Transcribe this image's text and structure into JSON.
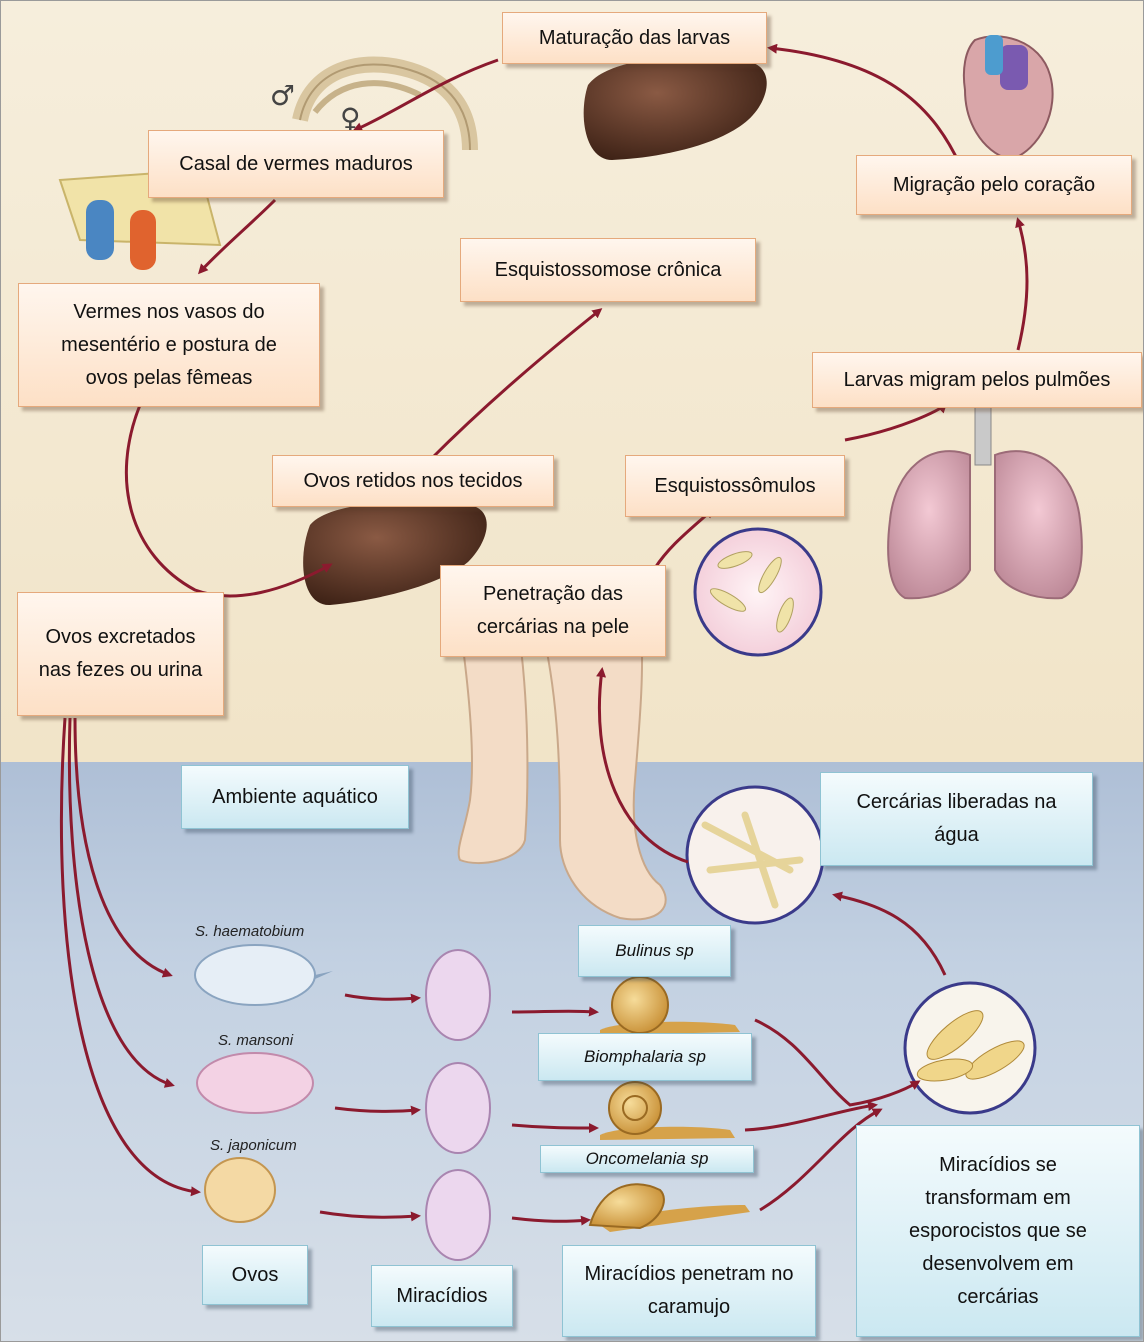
{
  "labels": {
    "maturacao": "Maturação das larvas",
    "casal": "Casal de vermes maduros",
    "migracao_coracao": "Migração pelo coração",
    "esq_cronica": "Esquistossomose crônica",
    "vermes_vasos": "Vermes nos vasos do mesentério e postura de ovos pelas fêmeas",
    "larvas_pulmoes": "Larvas migram pelos pulmões",
    "ovos_retidos": "Ovos retidos nos tecidos",
    "esquistossomulos": "Esquistossômulos",
    "penetracao": "Penetração das cercárias na pele",
    "ovos_excretados": "Ovos excretados nas fezes ou urina",
    "ambiente": "Ambiente aquático",
    "cercarias_liberadas": "Cercárias liberadas na água",
    "bulinus": "Bulinus sp",
    "biomphalaria": "Biomphalaria sp",
    "oncomelania": "Oncomelania sp",
    "miracidios_esporocistos": "Miracídios se transformam em esporocistos que se desenvolvem em cercárias",
    "ovos": "Ovos",
    "miracidios": "Miracídios",
    "miracidios_penetram": "Miracídios penetram no caramujo"
  },
  "species": {
    "haematobium": "S. haematobium",
    "mansoni": "S. mansoni",
    "japonicum": "S. japonicum"
  },
  "symbols": {
    "male": "♂",
    "female": "♀"
  },
  "colors": {
    "arrow": "#8b1a2e",
    "warm_box": "#fde0c6",
    "cool_box": "#cbe8f1",
    "liver": "#5a3424"
  }
}
